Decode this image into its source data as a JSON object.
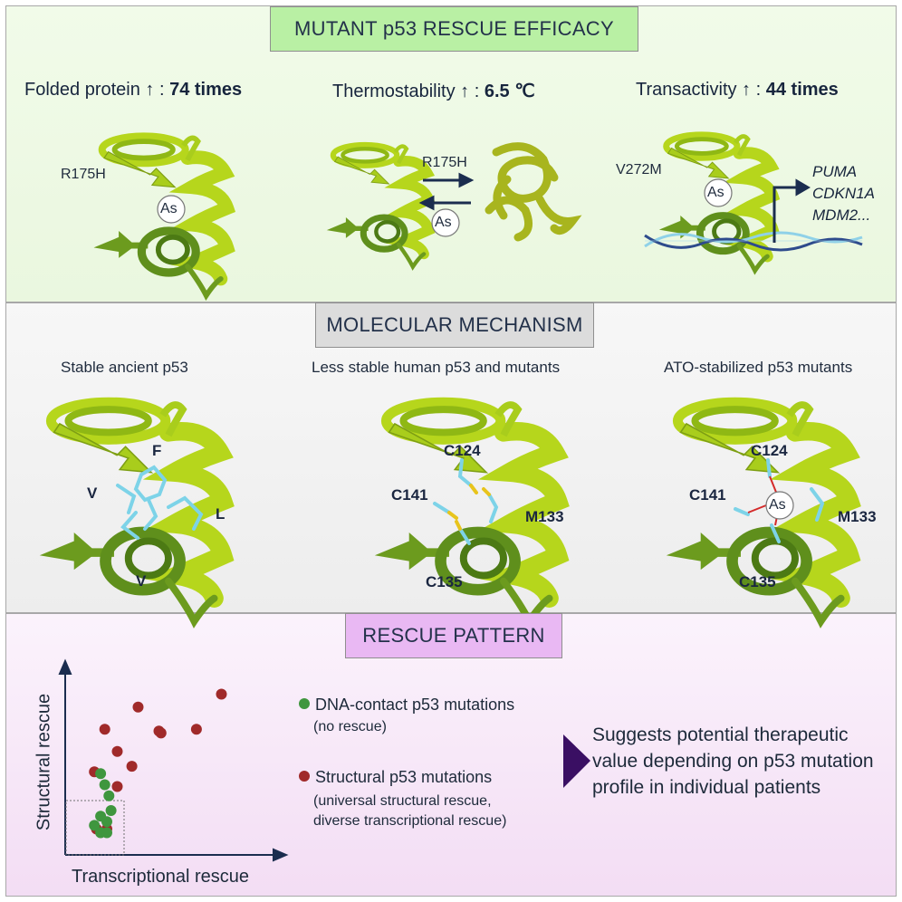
{
  "colors": {
    "helix_light": "#b6d61c",
    "helix_dark": "#5f8f1c",
    "sidechain": "#7dd3e8",
    "dna_dark": "#2e4b8c",
    "dna_light": "#8fd1e8",
    "green_dot": "#3f963e",
    "red_dot": "#a02a2a",
    "arrow": "#1b2d4f",
    "triangle": "#3a0f63"
  },
  "efficacy": {
    "title": "MUTANT p53 RESCUE EFFICACY",
    "folded_label": "Folded protein ↑ : ",
    "folded_value": "74 times",
    "thermo_label": "Thermostability ↑ : ",
    "thermo_value": "6.5 ℃",
    "trans_label": "Transactivity ↑ : ",
    "trans_value": "44 times",
    "mut1": "R175H",
    "as_label": "As",
    "mut2": "R175H",
    "mut3": "V272M",
    "genes": [
      "PUMA",
      "CDKN1A",
      "MDM2..."
    ]
  },
  "mechanism": {
    "title": "MOLECULAR MECHANISM",
    "sub1": "Stable ancient p53",
    "sub2": "Less stable human p53 and mutants",
    "sub3": "ATO-stabilized p53 mutants",
    "res1": [
      "F",
      "V",
      "L",
      "V"
    ],
    "res2": [
      "C124",
      "C141",
      "M133",
      "C135"
    ],
    "res3": [
      "C124",
      "C141",
      "M133",
      "C135"
    ],
    "as_label": "As"
  },
  "pattern": {
    "title": "RESCUE PATTERN",
    "y_label": "Structural rescue",
    "x_label": "Transcriptional rescue",
    "legend1_title": "DNA-contact p53 mutations",
    "legend1_sub": "(no rescue)",
    "legend2_title": "Structural p53 mutations",
    "legend2_sub1": "(universal structural rescue,",
    "legend2_sub2": "diverse transcriptional rescue)",
    "suggestion": "Suggests potential therapeutic value depending on p53 mutation profile in individual patients"
  },
  "chart_data": {
    "type": "scatter",
    "xlabel": "Transcriptional rescue",
    "ylabel": "Structural rescue",
    "xlim": [
      0,
      100
    ],
    "ylim": [
      0,
      100
    ],
    "series": [
      {
        "name": "Structural p53 mutations",
        "color": "#a02a2a",
        "x": [
          75,
          35,
          19,
          63,
          45,
          46,
          25,
          32,
          14,
          25,
          15,
          20
        ],
        "y": [
          87,
          80,
          68,
          68,
          67,
          66,
          56,
          48,
          45,
          37,
          14,
          14
        ]
      },
      {
        "name": "DNA-contact p53 mutations",
        "color": "#3f963e",
        "x": [
          17,
          19,
          21,
          22,
          17,
          20,
          14,
          17,
          20
        ],
        "y": [
          44,
          38,
          32,
          24,
          21,
          18,
          16,
          12,
          12
        ]
      }
    ]
  }
}
